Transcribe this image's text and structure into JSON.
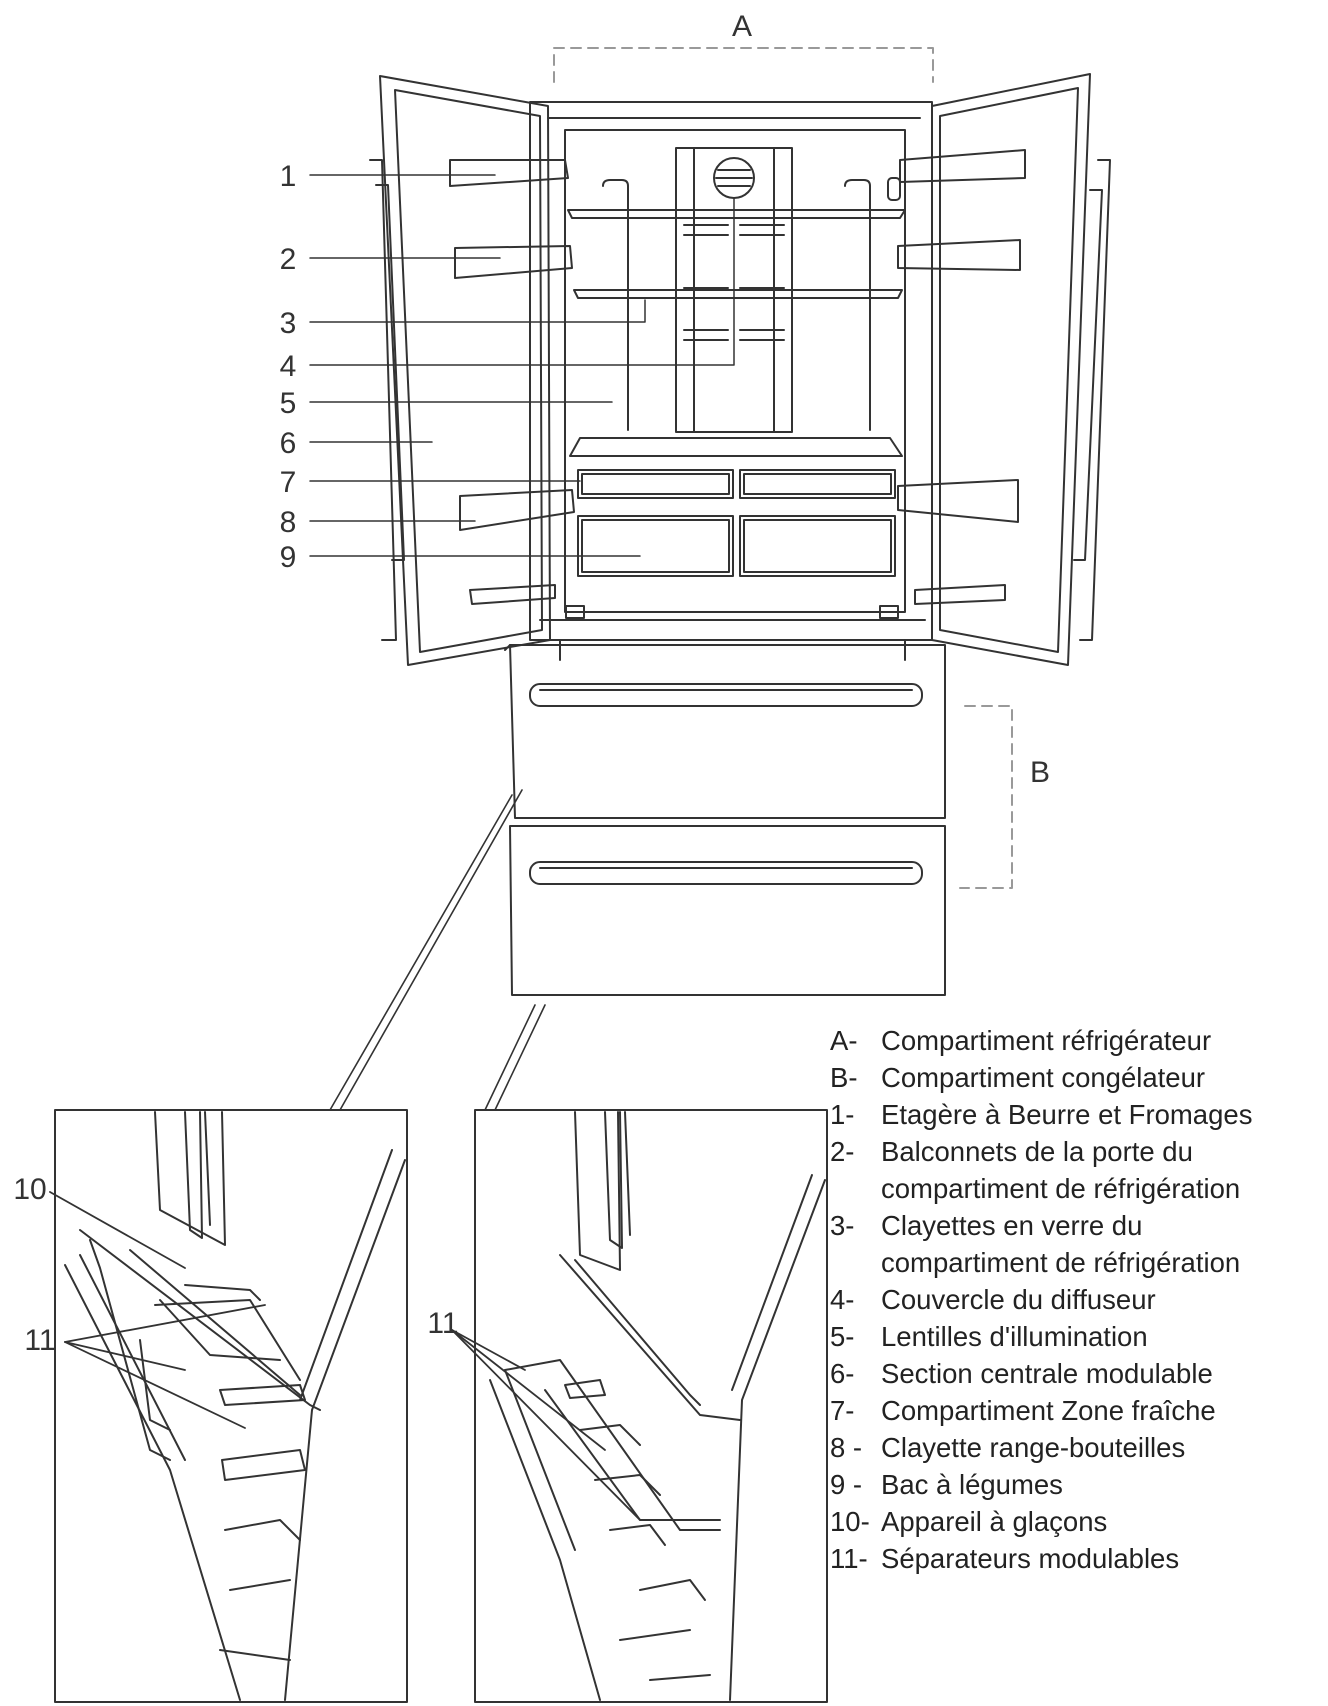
{
  "callouts": {
    "A": "A",
    "B": "B",
    "n1": "1",
    "n2": "2",
    "n3": "3",
    "n4": "4",
    "n5": "5",
    "n6": "6",
    "n7": "7",
    "n8": "8",
    "n9": "9",
    "n10": "10",
    "n11_left": "11",
    "n11_right": "11"
  },
  "legend": [
    {
      "key": "A-",
      "lines": [
        "Compartiment réfrigérateur"
      ]
    },
    {
      "key": "B-",
      "lines": [
        "Compartiment congélateur"
      ]
    },
    {
      "key": "1-",
      "lines": [
        "Etagère à Beurre et Fromages"
      ]
    },
    {
      "key": "2-",
      "lines": [
        "Balconnets de la porte du",
        "compartiment de réfrigération"
      ]
    },
    {
      "key": "3-",
      "lines": [
        "Clayettes en verre du",
        "compartiment de réfrigération"
      ]
    },
    {
      "key": "4-",
      "lines": [
        "Couvercle du diffuseur"
      ]
    },
    {
      "key": "5-",
      "lines": [
        "Lentilles d'illumination"
      ]
    },
    {
      "key": "6-",
      "lines": [
        "Section centrale modulable"
      ]
    },
    {
      "key": "7-",
      "lines": [
        "Compartiment Zone fraîche"
      ]
    },
    {
      "key": "8 -",
      "lines": [
        "Clayette range-bouteilles"
      ]
    },
    {
      "key": "9 -",
      "lines": [
        "Bac à légumes"
      ]
    },
    {
      "key": "10-",
      "lines": [
        "Appareil à glaçons"
      ]
    },
    {
      "key": "11-",
      "lines": [
        "Séparateurs modulables"
      ]
    }
  ],
  "colors": {
    "line": "#333333",
    "dash": "#888888",
    "text": "#222222"
  }
}
